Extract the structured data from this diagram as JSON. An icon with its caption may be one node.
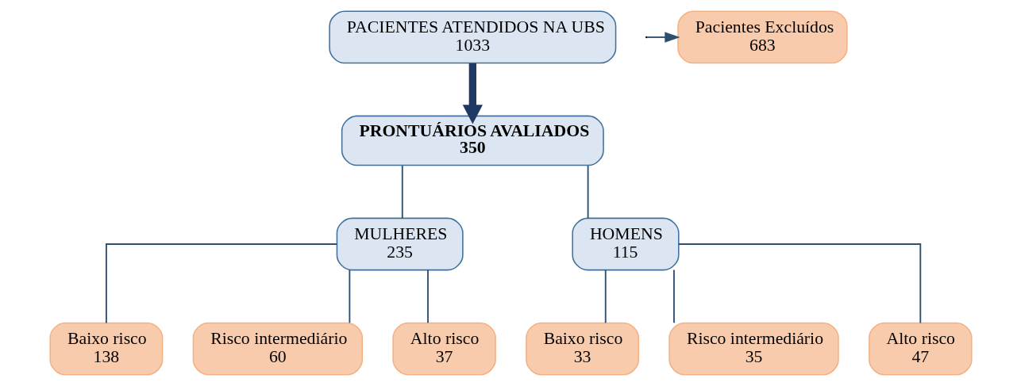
{
  "diagram": {
    "nodes": [
      {
        "text": [
          "PACIENTES ATENDIDOS NA UBS",
          "1033"
        ]
      },
      {
        "text": [
          "Pacientes Excluídos",
          "683"
        ]
      },
      {
        "text": [
          "PRONTUÁRIOS AVALIADOS",
          "350"
        ]
      },
      {
        "text": [
          "MULHERES",
          "235"
        ]
      },
      {
        "text": [
          "HOMENS",
          "115"
        ]
      },
      {
        "text": [
          "Baixo risco",
          "138"
        ]
      },
      {
        "text": [
          "Risco intermediário",
          "60"
        ]
      },
      {
        "text": [
          "Alto risco",
          "37"
        ]
      },
      {
        "text": [
          "Baixo risco",
          "33"
        ]
      },
      {
        "text": [
          "Risco intermediário",
          "35"
        ]
      },
      {
        "text": [
          "Alto risco",
          "47"
        ]
      }
    ],
    "edges": [
      {
        "from": 0,
        "to": 2,
        "arrow": "to",
        "style": "thick"
      },
      {
        "from": null,
        "to": 1,
        "arrow": "to"
      },
      {
        "from": 2,
        "to": 3,
        "arrow": "none"
      },
      {
        "from": 2,
        "to": 4,
        "arrow": "none"
      },
      {
        "from": 3,
        "to": 5,
        "arrow": "none"
      },
      {
        "from": 3,
        "to": 6,
        "arrow": "none"
      },
      {
        "from": 3,
        "to": 7,
        "arrow": "none"
      },
      {
        "from": 4,
        "to": 8,
        "arrow": "none"
      },
      {
        "from": 4,
        "to": 9,
        "arrow": "none"
      },
      {
        "from": 4,
        "to": 10,
        "arrow": "none"
      }
    ]
  }
}
